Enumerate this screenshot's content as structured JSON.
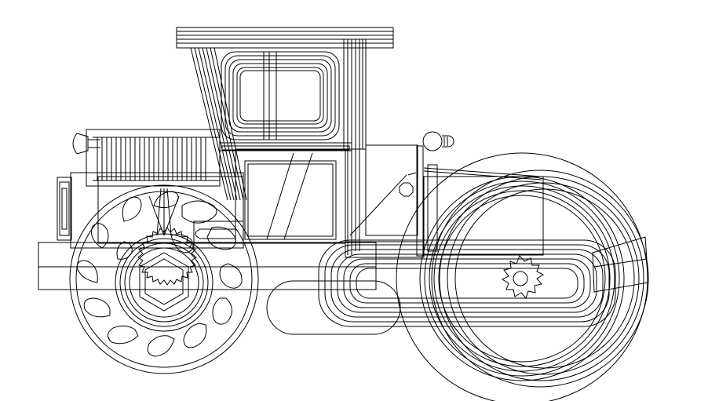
{
  "drawing": {
    "subject": "road-roller-line-drawing",
    "line_color": "#000000",
    "background_color": "#ffffff",
    "parts": [
      "cab-roof",
      "cab-frame",
      "cab-window",
      "exhaust-stack",
      "engine-hood",
      "engine-grille",
      "radiator-grille",
      "headlight",
      "chassis",
      "rear-wheel",
      "rear-tire-treads",
      "rear-hub",
      "front-drum-roller",
      "drum-hub",
      "drum-yoke",
      "mirror",
      "step"
    ]
  }
}
